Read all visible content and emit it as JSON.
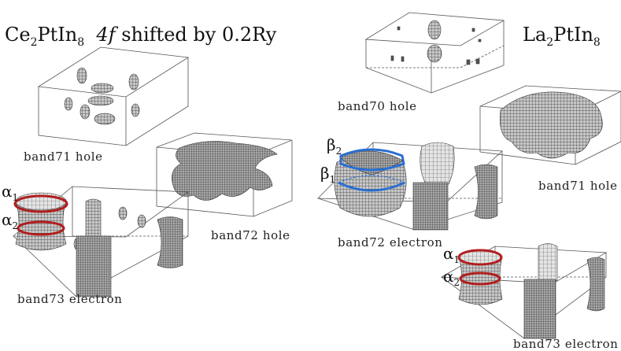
{
  "left_title": {
    "compound_base": "Ce",
    "compound_sub1": "2",
    "compound_mid": "PtIn",
    "compound_sub2": "8",
    "orbital": "4f",
    "suffix": "shifted by 0.2Ry"
  },
  "right_title": {
    "compound_base": "La",
    "compound_sub1": "2",
    "compound_mid": "PtIn",
    "compound_sub2": "8"
  },
  "labels": {
    "ce_band71": "band71 hole",
    "ce_band72": "band72 hole",
    "ce_band73": "band73 electron",
    "la_band70": "band70 hole",
    "la_band71": "band71 hole",
    "la_band72": "band72 electron",
    "la_band73": "band73 electron"
  },
  "orbits": {
    "alpha": "α",
    "beta": "β",
    "sub1": "1",
    "sub2": "2",
    "alpha_color": "#b01e1e",
    "beta_color": "#2a6fd1"
  }
}
